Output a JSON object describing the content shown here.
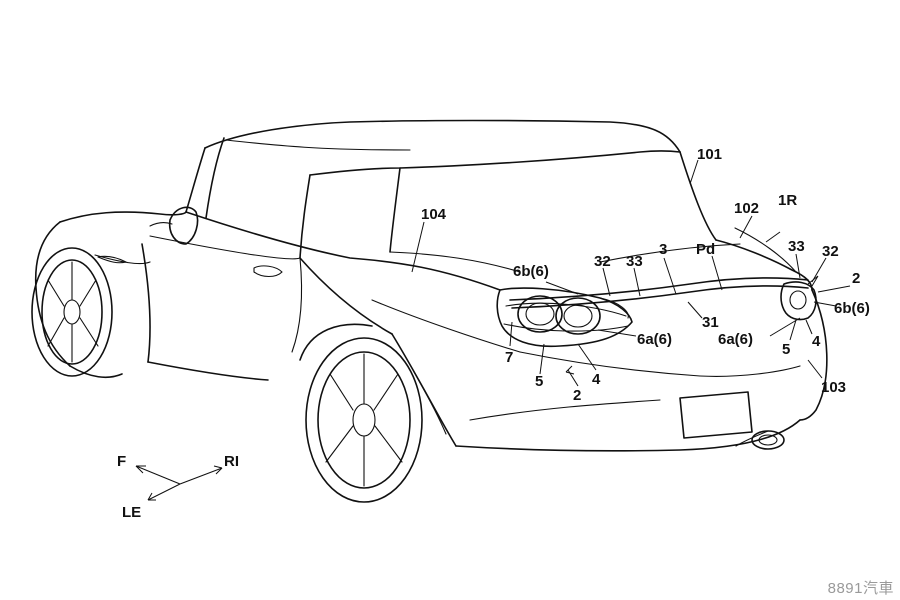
{
  "drawing": {
    "reference_labels": {
      "l101": "101",
      "l102": "102",
      "l1R": "1R",
      "l104": "104",
      "l33a": "33",
      "l32a": "32",
      "l2a": "2",
      "l3": "3",
      "lPd": "Pd",
      "l32b": "32",
      "l33b": "33",
      "l6b6a": "6b(6)",
      "l6b6b": "6b(6)",
      "l31": "31",
      "l6a6a": "6a(6)",
      "l6a6b": "6a(6)",
      "l7": "7",
      "l5a": "5",
      "l4a": "4",
      "l2b": "2",
      "l5b": "5",
      "l4b": "4",
      "l103": "103"
    },
    "orientation": {
      "front": "F",
      "right": "RI",
      "left": "LE"
    }
  },
  "watermark": "8891汽車"
}
